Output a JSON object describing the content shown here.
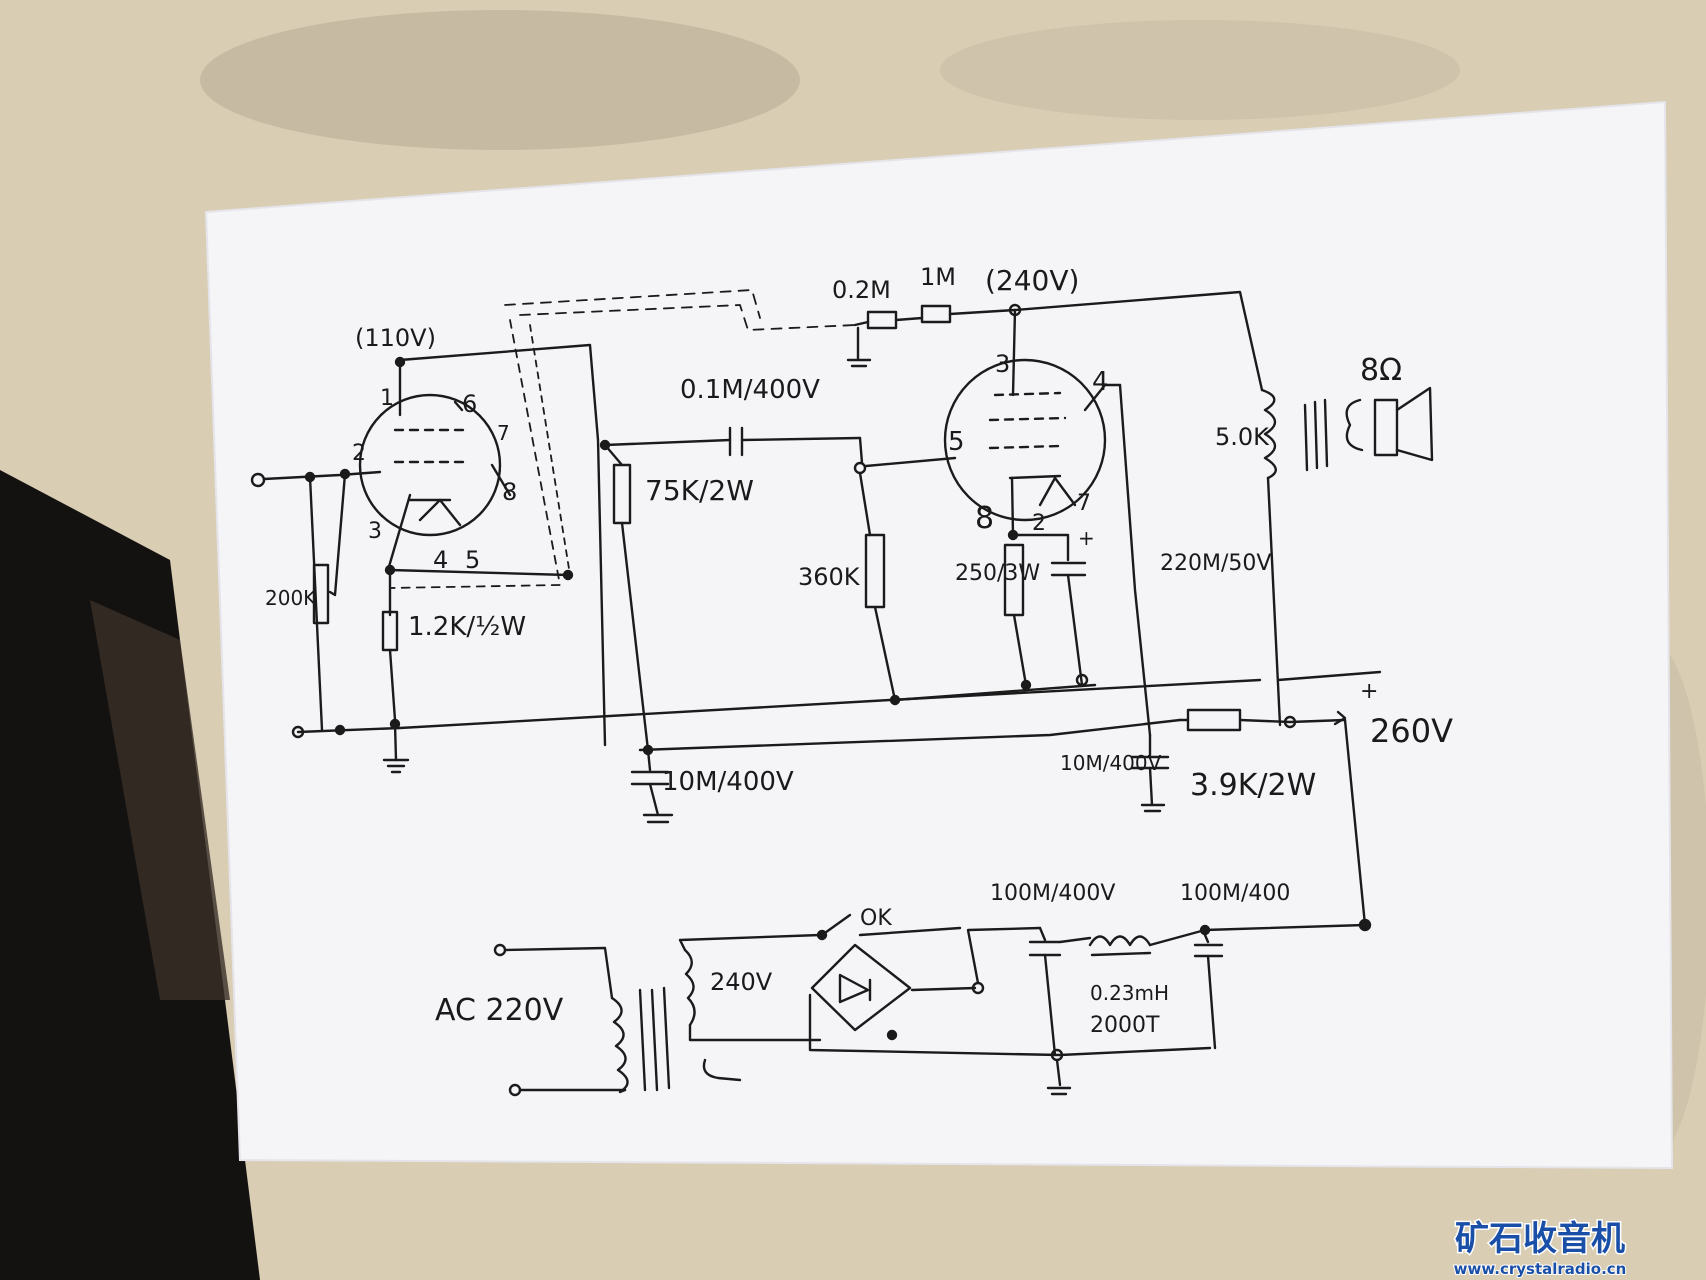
{
  "labels": {
    "v110": "(110V)",
    "v240top": "(240V)",
    "r02m": "0.2M",
    "r1m": "1M",
    "ohm8": "8Ω",
    "ot5k": "5.0K",
    "cap01": "0.1M/400V",
    "r75k": "75K/2W",
    "r360k": "360K",
    "r250": "250/3W",
    "c220": "220M/50V",
    "r200k": "200K",
    "r12k": "1.2K/½W",
    "c10a": "10M/400V",
    "c10b": "10M/400V",
    "r39k": "3.9K/2W",
    "plus": "+",
    "plus260": "+",
    "v260": "260V",
    "c100a": "100M/400V",
    "c100b": "100M/400",
    "ok": "OK",
    "ac220": "AC 220V",
    "v240": "240V",
    "choke1": "0.23mH",
    "choke2": "2000T"
  },
  "pins_v1": [
    "1",
    "6",
    "2",
    "7",
    "3",
    "8",
    "4",
    "5"
  ],
  "pins_v2": [
    "3",
    "4",
    "5",
    "8",
    "2",
    "7"
  ],
  "watermark": {
    "cn": "矿石收音机",
    "url": "www.crystalradio.cn"
  }
}
